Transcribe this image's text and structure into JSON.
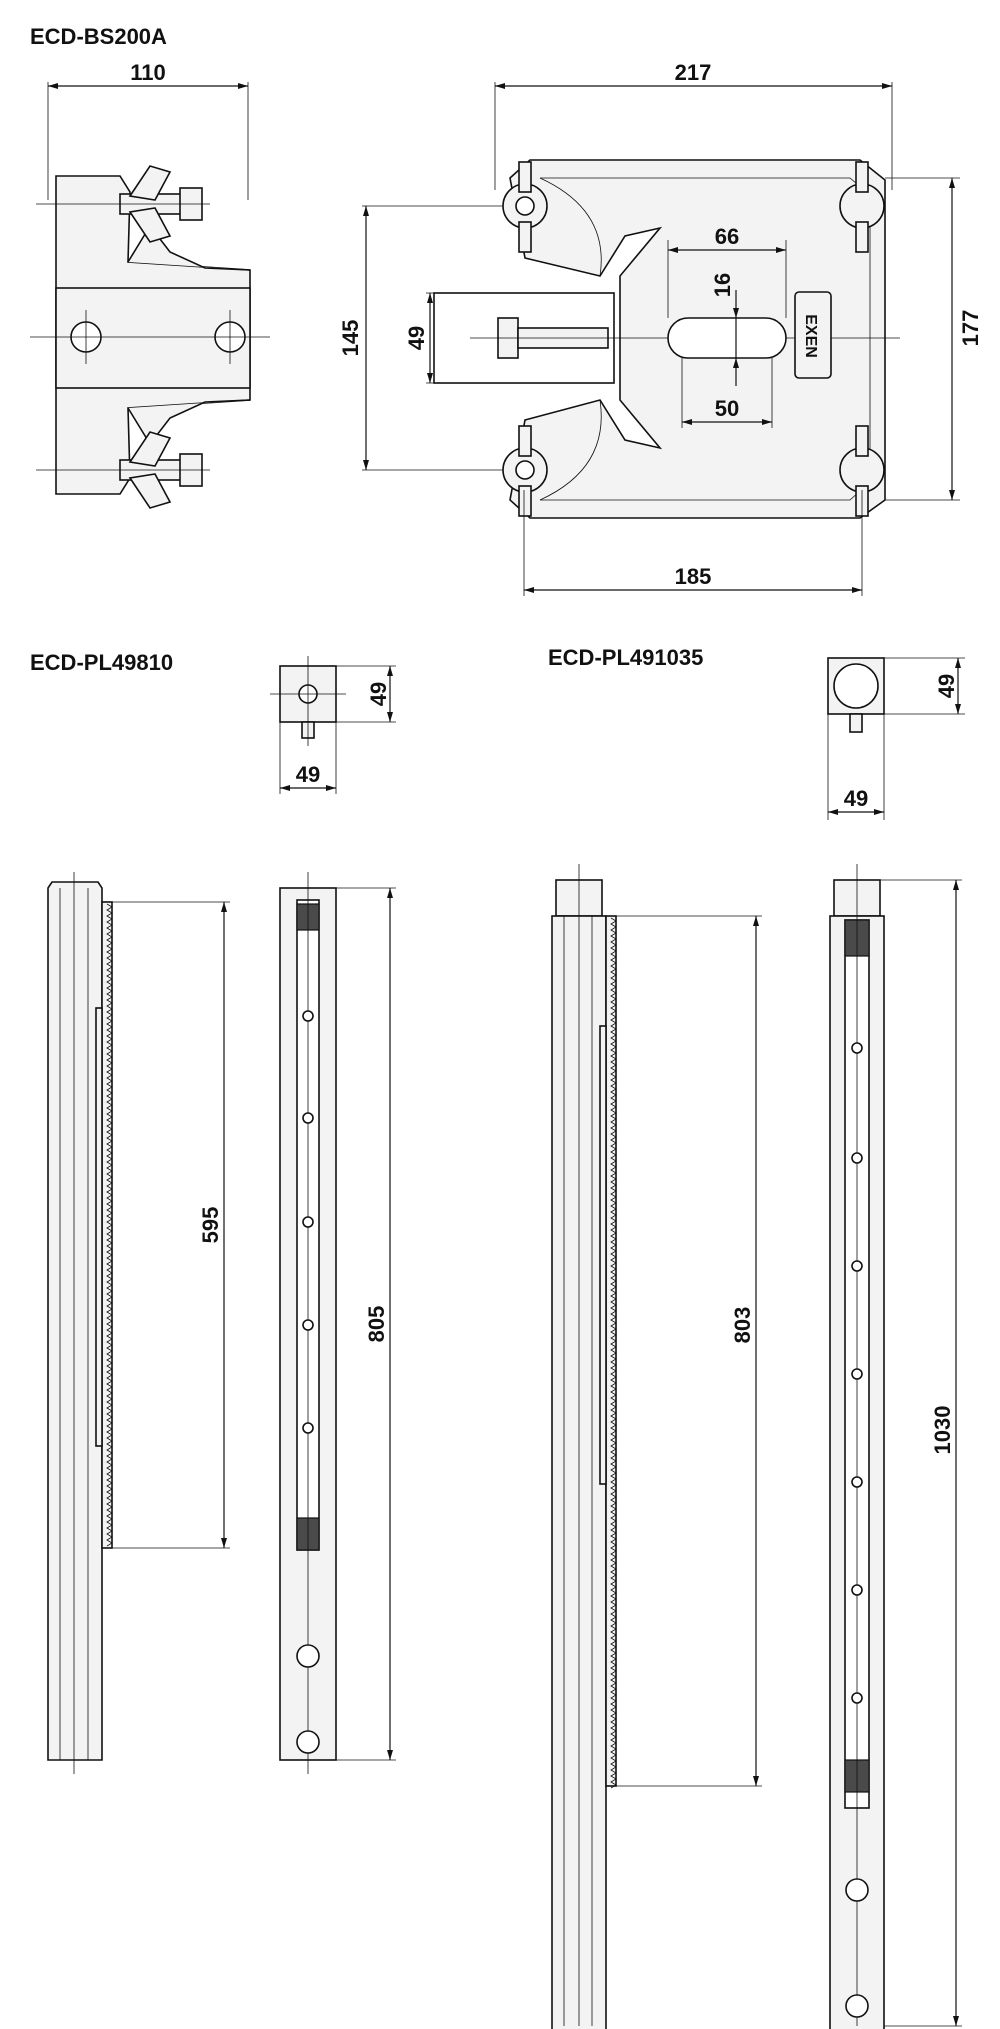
{
  "titles": {
    "bs200a": "ECD-BS200A",
    "pl49810": "ECD-PL49810",
    "pl491035": "ECD-PL491035"
  },
  "dims": {
    "bs_width": "110",
    "bs_top": "217",
    "bs_height_145": "145",
    "bs_tube_49": "49",
    "bs_slot_66": "66",
    "bs_slot_16": "16",
    "bs_slot_50": "50",
    "bs_height_177": "177",
    "bs_bottom_185": "185",
    "pl1_sec_h": "49",
    "pl1_sec_w": "49",
    "pl2_sec_h": "49",
    "pl2_sec_w": "49",
    "pl1_rack": "595",
    "pl1_total": "805",
    "pl2_rack": "803",
    "pl2_total": "1030"
  },
  "logo_text": "EXEN",
  "colors": {
    "line": "#111111",
    "fill": "#f3f3f3",
    "accent": "#4a4a4a"
  }
}
